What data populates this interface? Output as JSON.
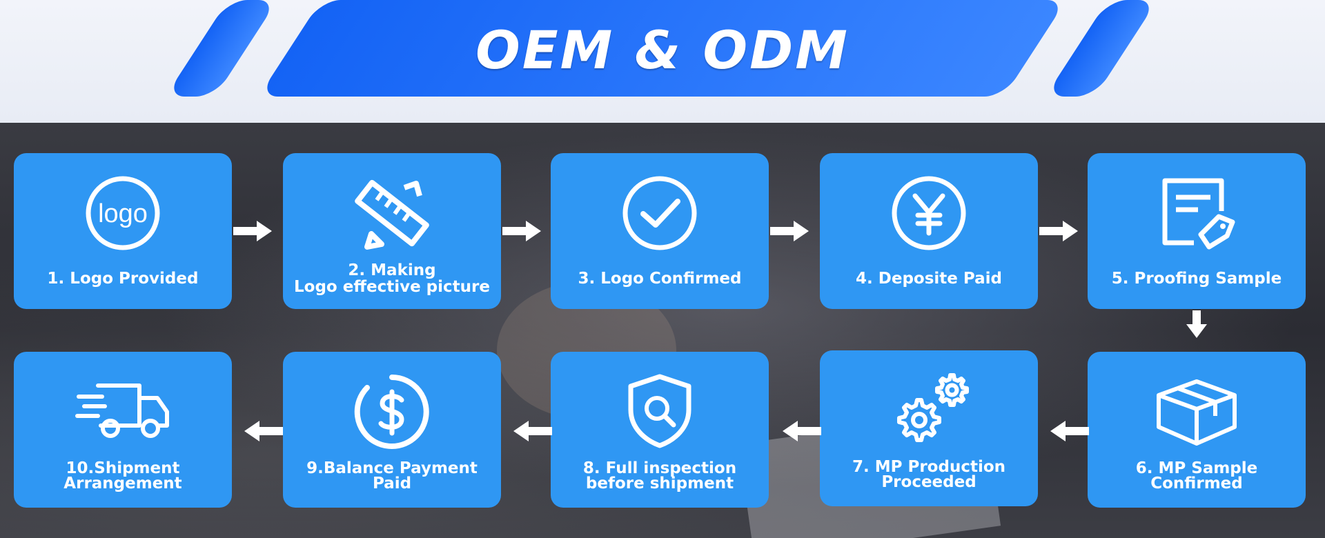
{
  "title": "OEM & ODM",
  "steps": [
    {
      "label": "1. Logo Provided",
      "icon": "logo-circle-icon"
    },
    {
      "label": "2. Making\nLogo effective picture",
      "icon": "ruler-pencil-icon"
    },
    {
      "label": "3. Logo Confirmed",
      "icon": "check-circle-icon"
    },
    {
      "label": "4. Deposite Paid",
      "icon": "yen-circle-icon"
    },
    {
      "label": "5. Proofing Sample",
      "icon": "document-tag-icon"
    },
    {
      "label": "6. MP Sample\nConfirmed",
      "icon": "box-icon"
    },
    {
      "label": "7. MP Production\nProceeded",
      "icon": "gears-icon"
    },
    {
      "label": "8. Full inspection\nbefore shipment",
      "icon": "shield-search-icon"
    },
    {
      "label": "9.Balance Payment\nPaid",
      "icon": "dollar-circle-icon"
    },
    {
      "label": "10.Shipment\nArrangement",
      "icon": "delivery-truck-icon"
    }
  ],
  "logo_icon_text": "logo",
  "colors": {
    "card": "#2f97f3",
    "banner": "#1463f5",
    "arrow": "#ffffff"
  }
}
